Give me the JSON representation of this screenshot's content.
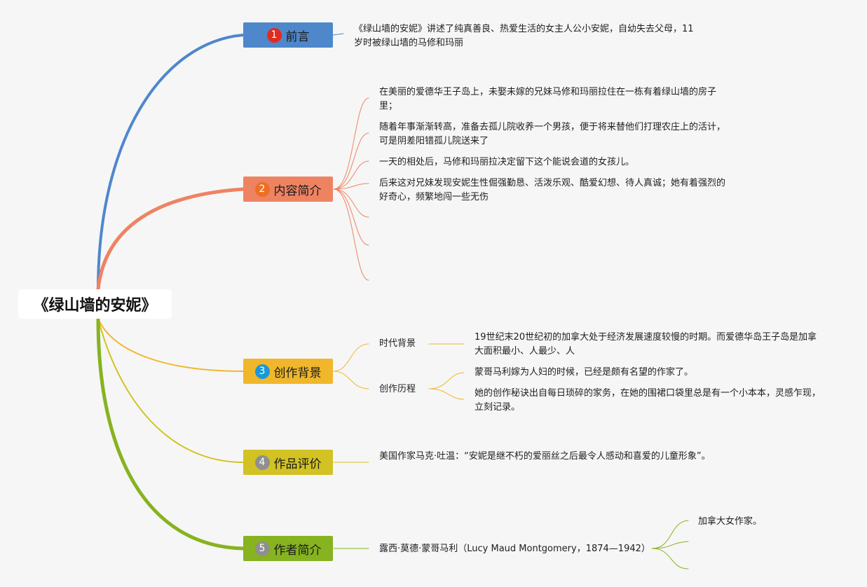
{
  "root": {
    "label": "《绿山墙的安妮》"
  },
  "colors": {
    "blue": "#4f87cb",
    "orange": "#ee8362",
    "yellow": "#f0b72c",
    "olive": "#d2c224",
    "green": "#86b31f",
    "num_red": "#e02b20",
    "num_orange": "#ec6f23",
    "num_blue": "#1a98d6",
    "num_gray": "#8f8f8f"
  },
  "branches": [
    {
      "number": "1",
      "label": "前言",
      "leaves": [
        "《绿山墙的安妮》讲述了纯真善良、热爱生活的女主人公小安妮，自幼失去父母，11岁时被绿山墙的马修和玛丽"
      ]
    },
    {
      "number": "2",
      "label": "内容简介",
      "leaves": [
        "在美丽的爱德华王子岛上，未娶未嫁的兄妹马修和玛丽拉住在一栋有着绿山墙的房子里；",
        "随着年事渐渐转高，准备去孤儿院收养一个男孩，便于将来替他们打理农庄上的活计，可是阴差阳错孤儿院送来了",
        "一天的相处后，马修和玛丽拉决定留下这个能说会道的女孩儿。",
        "后来这对兄妹发现安妮生性倔强勤恳、活泼乐观、酷爱幻想、待人真诚；她有着强烈的好奇心，频繁地闯一些无伤"
      ]
    },
    {
      "number": "3",
      "label": "创作背景",
      "subs": [
        {
          "label": "时代背景",
          "leaves": [
            "19世纪末20世纪初的加拿大处于经济发展速度较慢的时期。而爱德华岛王子岛是加拿大面积最小、人最少、人"
          ]
        },
        {
          "label": "创作历程",
          "leaves": [
            "蒙哥马利嫁为人妇的时候，已经是颇有名望的作家了。",
            "她的创作秘诀出自每日琐碎的家务，在她的围裙口袋里总是有一个小本本，灵感乍现，立刻记录。"
          ]
        }
      ]
    },
    {
      "number": "4",
      "label": "作品评价",
      "leaves": [
        "美国作家马克·吐温：“安妮是继不朽的爱丽丝之后最令人感动和喜爱的儿童形象”。"
      ]
    },
    {
      "number": "5",
      "label": "作者简介",
      "leaves": [
        "露西·莫德·蒙哥马利（Lucy Maud Montgomery，1874—1942）"
      ],
      "subleaves": [
        "加拿大女作家。"
      ]
    }
  ]
}
